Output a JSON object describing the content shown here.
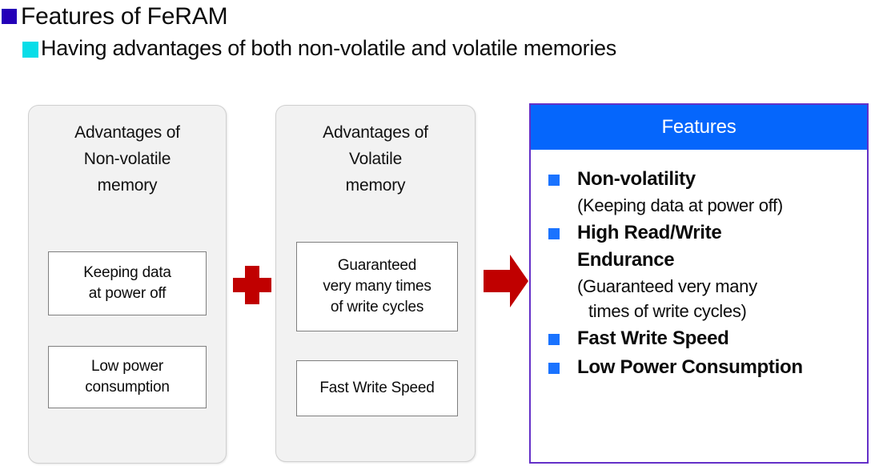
{
  "slide": {
    "title": "Features of FeRAM",
    "subtitle": "Having advantages of both non-volatile and volatile memories",
    "title_bullet_color": "#2400b8",
    "subtitle_bullet_color": "#08dde8"
  },
  "cards": [
    {
      "id": "non-volatile",
      "title_line1": "Advantages of",
      "title_line2": "Non-volatile",
      "title_line3": "memory",
      "items": [
        {
          "line1": "Keeping data",
          "line2": "at power off"
        },
        {
          "line1": "Low power",
          "line2": "consumption"
        }
      ]
    },
    {
      "id": "volatile",
      "title_line1": "Advantages of",
      "title_line2": "Volatile",
      "title_line3": "memory",
      "items": [
        {
          "line1": "Guaranteed",
          "line2": "very many times",
          "line3": "of write cycles"
        },
        {
          "line1": "Fast Write Speed",
          "line2": "",
          "line3": ""
        }
      ]
    }
  ],
  "connectors": {
    "plus_color": "#c00000",
    "arrow_color": "#c00000"
  },
  "features_panel": {
    "header": "Features",
    "header_bg": "#0566fc",
    "border_color": "#6430c8",
    "bullet_color": "#1a73ff",
    "items": [
      {
        "label": "Non-volatility",
        "note1": "(Keeping data at power off)",
        "note2": ""
      },
      {
        "label": "High Read/Write",
        "label2": "Endurance",
        "note1": "(Guaranteed very many",
        "note2": "times of write cycles)"
      },
      {
        "label": "Fast Write Speed",
        "note1": "",
        "note2": ""
      },
      {
        "label": "Low Power Consumption",
        "note1": "",
        "note2": ""
      }
    ]
  }
}
